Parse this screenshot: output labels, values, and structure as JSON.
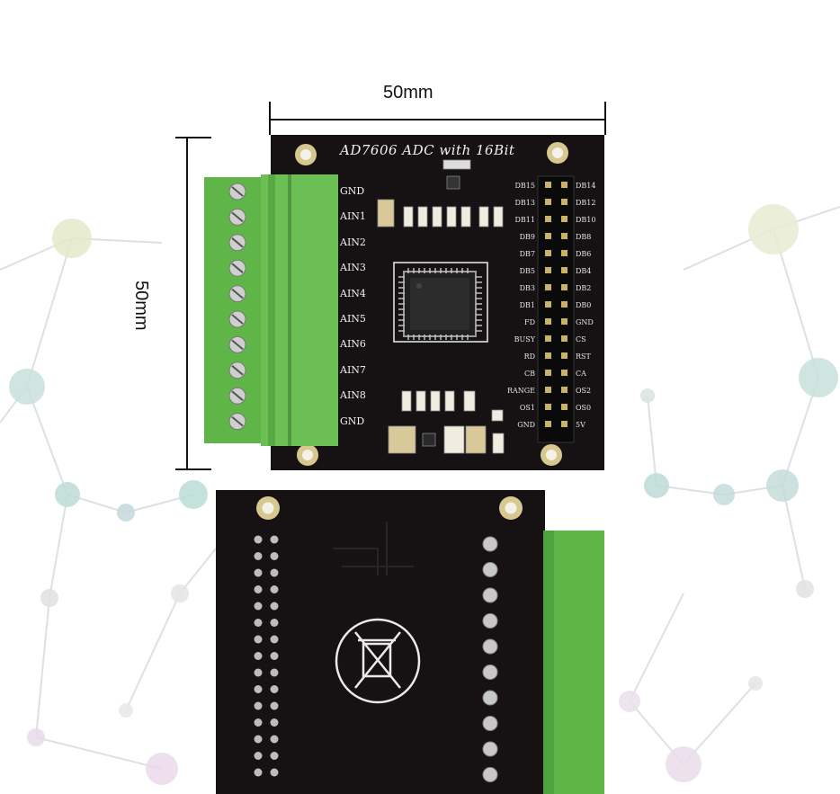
{
  "dimensions": {
    "width_label": "50mm",
    "height_label": "50mm"
  },
  "board": {
    "title": "AD7606 ADC with 16Bit",
    "analog_inputs": [
      "GND",
      "AIN1",
      "AIN2",
      "AIN3",
      "AIN4",
      "AIN5",
      "AIN6",
      "AIN7",
      "AIN8",
      "GND"
    ],
    "header_left_pins": [
      "DB15",
      "DB13",
      "DB11",
      "DB9",
      "DB7",
      "DB5",
      "DB3",
      "DB1",
      "FD",
      "BUSY",
      "RD",
      "CB",
      "RANGE",
      "OS1",
      "GND"
    ],
    "header_right_pins": [
      "DB14",
      "DB12",
      "DB10",
      "DB8",
      "DB6",
      "DB4",
      "DB2",
      "DB0",
      "GND",
      "CS",
      "RST",
      "CA",
      "OS2",
      "OS0",
      "5V"
    ]
  },
  "colors": {
    "pcb": "#161214",
    "terminal_green": "#5fb548",
    "pad_gold": "#d8c890",
    "header_black": "#0a0a0a"
  }
}
